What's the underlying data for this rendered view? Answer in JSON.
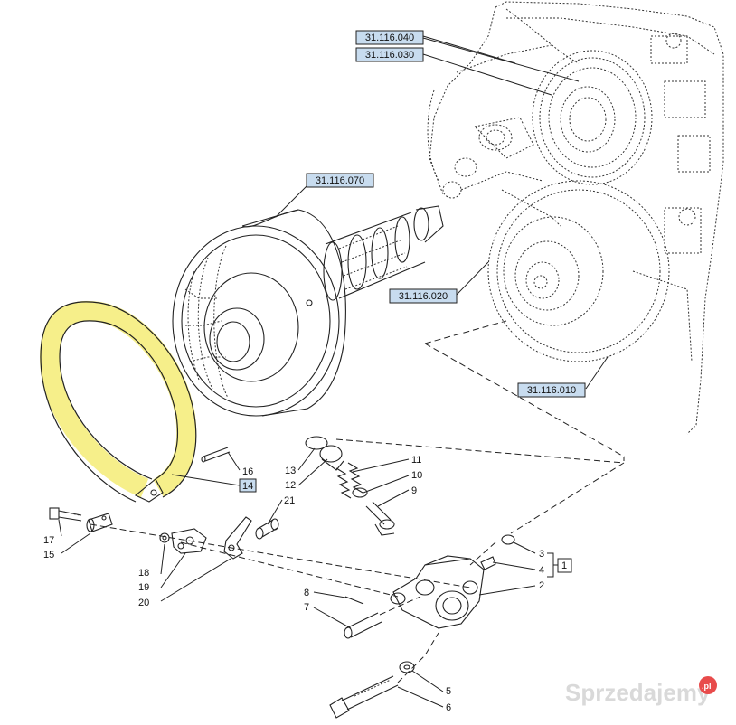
{
  "refs": {
    "r040": "31.116.040",
    "r030": "31.116.030",
    "r070": "31.116.070",
    "r020": "31.116.020",
    "r010": "31.116.010"
  },
  "callouts": {
    "c16": "16",
    "c14": "14",
    "c17": "17",
    "c15": "15",
    "c18": "18",
    "c19": "19",
    "c20": "20",
    "c21": "21",
    "c13": "13",
    "c12": "12",
    "c11": "11",
    "c10": "10",
    "c9": "9",
    "c3": "3",
    "c4": "4",
    "c1": "1",
    "c2": "2",
    "c8": "8",
    "c7": "7",
    "c5": "5",
    "c6": "6"
  },
  "watermark": {
    "text": "Sprzedajemy",
    "suffix": ".pl"
  },
  "colors": {
    "highlight_band": "#f6ef8a",
    "ref_box_fill": "#c8dcef"
  }
}
